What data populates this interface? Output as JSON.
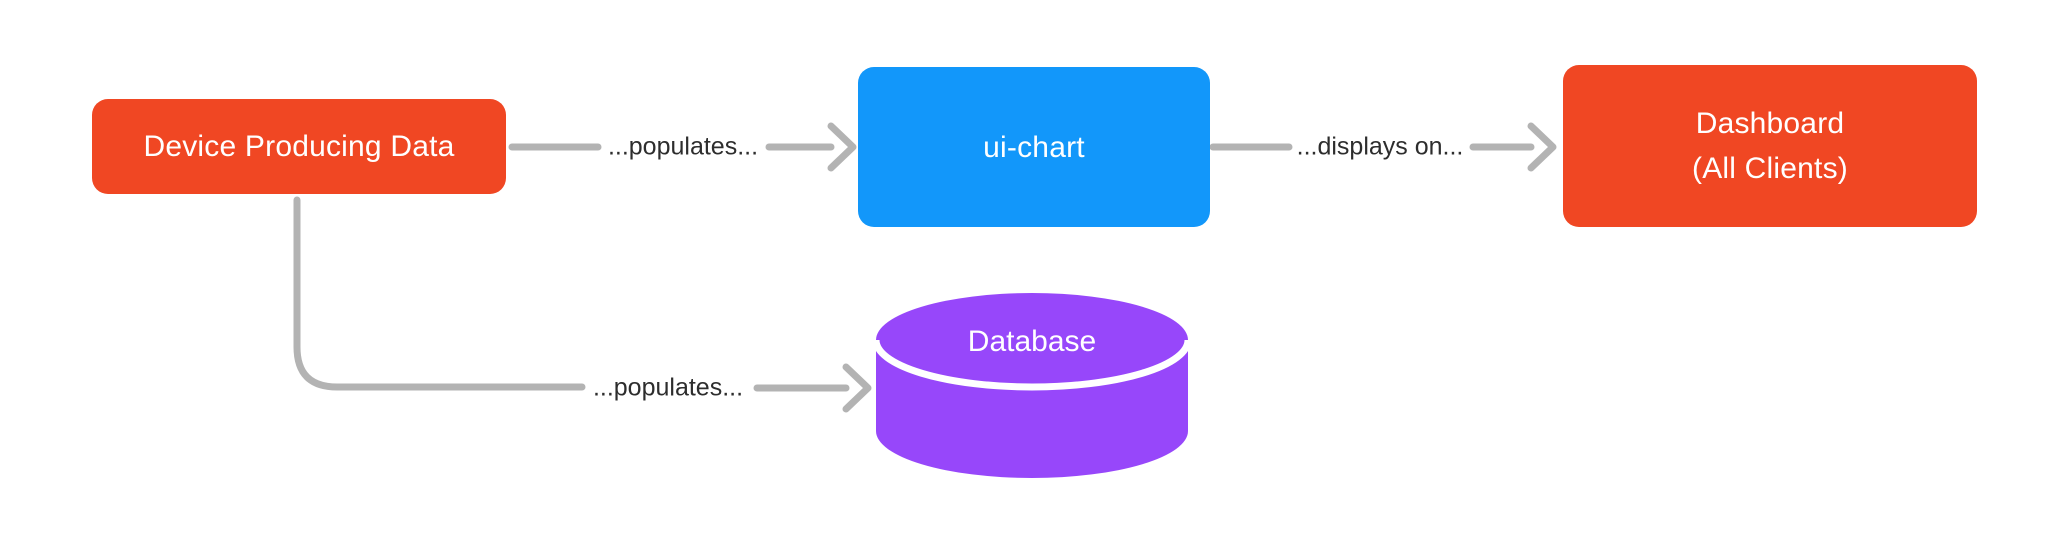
{
  "diagram": {
    "background_color": "#ffffff",
    "connector_color": "#b3b3b3",
    "edge_label_color": "#2d2d2d",
    "nodes": {
      "device": {
        "label": "Device Producing Data",
        "shape": "rounded-rect",
        "fill_color": "#f04723",
        "text_color": "#ffffff"
      },
      "ui_chart": {
        "label": "ui-chart",
        "shape": "rounded-rect",
        "fill_color": "#1297fa",
        "text_color": "#ffffff"
      },
      "dashboard": {
        "label_line1": "Dashboard",
        "label_line2": "(All Clients)",
        "shape": "rounded-rect",
        "fill_color": "#f04723",
        "text_color": "#ffffff"
      },
      "database": {
        "label": "Database",
        "shape": "cylinder",
        "fill_color": "#9747fa",
        "text_color": "#ffffff"
      }
    },
    "edges": [
      {
        "from": "device",
        "to": "ui_chart",
        "label": "...populates..."
      },
      {
        "from": "ui_chart",
        "to": "dashboard",
        "label": "...displays on..."
      },
      {
        "from": "device",
        "to": "database",
        "label": "...populates..."
      }
    ]
  }
}
